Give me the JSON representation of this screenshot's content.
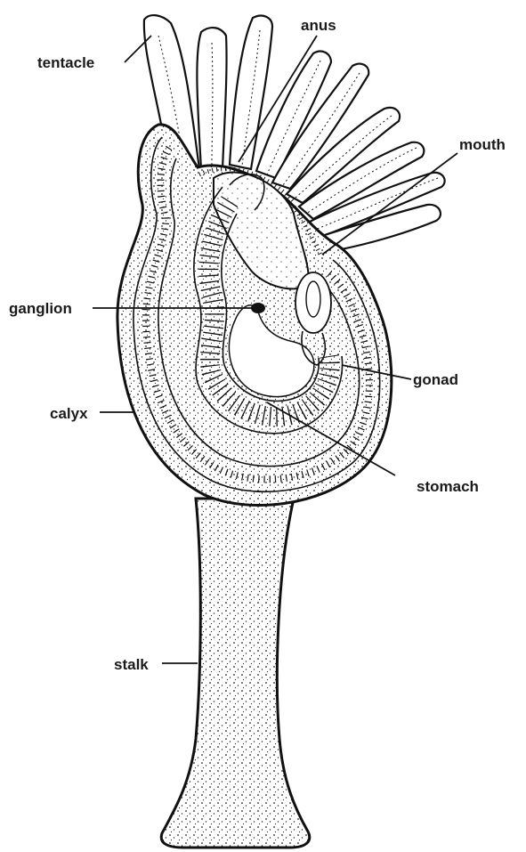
{
  "labels": {
    "tentacle": "tentacle",
    "anus": "anus",
    "mouth": "mouth",
    "ganglion": "ganglion",
    "gonad": "gonad",
    "calyx": "calyx",
    "stomach": "stomach",
    "stalk": "stalk"
  },
  "colors": {
    "ink": "#111111",
    "paper": "#ffffff"
  }
}
